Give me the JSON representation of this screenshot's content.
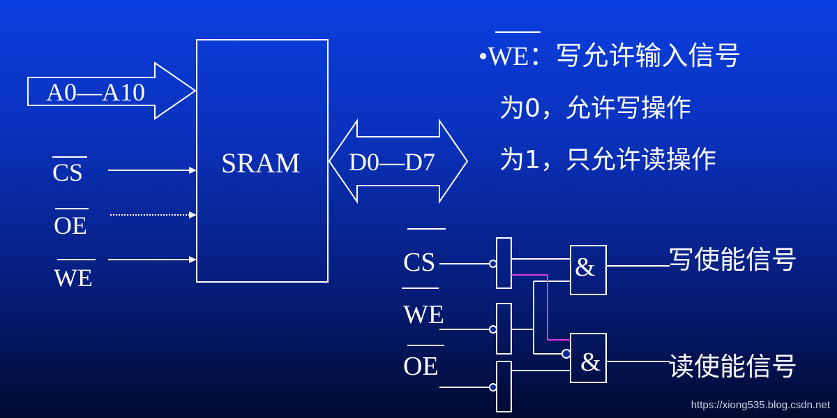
{
  "left_block": {
    "address_bus": "A0—A10",
    "chip": "SRAM",
    "data_bus": "D0—D7",
    "cs": "CS",
    "oe": "OE",
    "we": "WE"
  },
  "notes": {
    "we_prefix": "•WE",
    "we_desc": "：写允许输入信号",
    "line0": "为0，允许写操作",
    "line1": "为1，只允许读操作"
  },
  "logic": {
    "cs": "CS",
    "we": "WE",
    "oe": "OE",
    "and_symbol": "&",
    "write_enable": "写使能信号",
    "read_enable": "读使能信号"
  },
  "watermark": "https://xiong535.blog.csdn.net"
}
